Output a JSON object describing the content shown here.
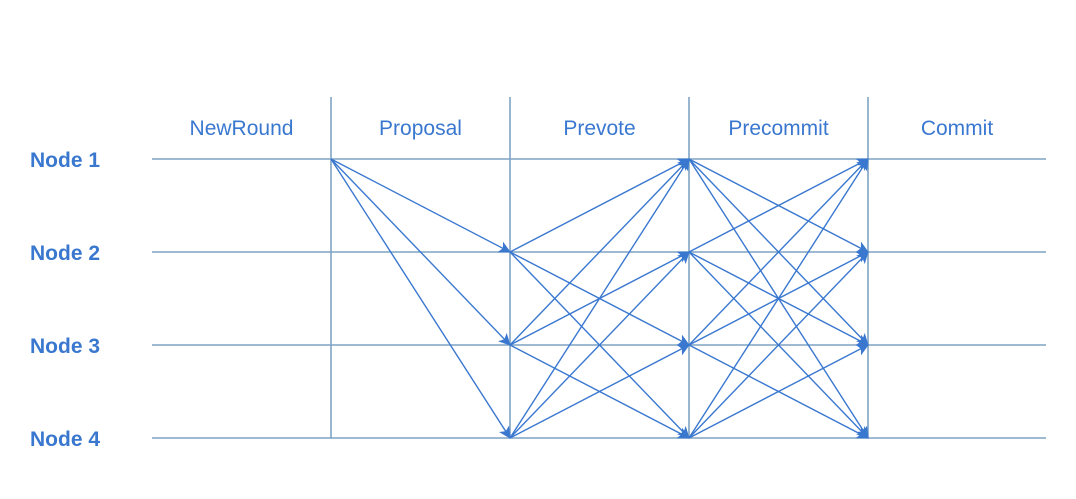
{
  "colors": {
    "grid": "#7fa3c4",
    "arrow": "#3a78d0",
    "text": "#3a78d0"
  },
  "phases": [
    {
      "label": "NewRound"
    },
    {
      "label": "Proposal"
    },
    {
      "label": "Prevote"
    },
    {
      "label": "Precommit"
    },
    {
      "label": "Commit"
    }
  ],
  "nodes": [
    {
      "label": "Node 1"
    },
    {
      "label": "Node 2"
    },
    {
      "label": "Node 3"
    },
    {
      "label": "Node 4"
    }
  ],
  "messages": [
    {
      "from_phase": 1,
      "from_node": 0,
      "to_phase": 2,
      "to_node": 1
    },
    {
      "from_phase": 1,
      "from_node": 0,
      "to_phase": 2,
      "to_node": 2
    },
    {
      "from_phase": 1,
      "from_node": 0,
      "to_phase": 2,
      "to_node": 3
    },
    {
      "from_phase": 2,
      "from_node": 1,
      "to_phase": 3,
      "to_node": 0
    },
    {
      "from_phase": 2,
      "from_node": 1,
      "to_phase": 3,
      "to_node": 2
    },
    {
      "from_phase": 2,
      "from_node": 1,
      "to_phase": 3,
      "to_node": 3
    },
    {
      "from_phase": 2,
      "from_node": 2,
      "to_phase": 3,
      "to_node": 0
    },
    {
      "from_phase": 2,
      "from_node": 2,
      "to_phase": 3,
      "to_node": 1
    },
    {
      "from_phase": 2,
      "from_node": 2,
      "to_phase": 3,
      "to_node": 3
    },
    {
      "from_phase": 2,
      "from_node": 3,
      "to_phase": 3,
      "to_node": 0
    },
    {
      "from_phase": 2,
      "from_node": 3,
      "to_phase": 3,
      "to_node": 1
    },
    {
      "from_phase": 2,
      "from_node": 3,
      "to_phase": 3,
      "to_node": 2
    },
    {
      "from_phase": 3,
      "from_node": 0,
      "to_phase": 4,
      "to_node": 1
    },
    {
      "from_phase": 3,
      "from_node": 0,
      "to_phase": 4,
      "to_node": 2
    },
    {
      "from_phase": 3,
      "from_node": 0,
      "to_phase": 4,
      "to_node": 3
    },
    {
      "from_phase": 3,
      "from_node": 1,
      "to_phase": 4,
      "to_node": 0
    },
    {
      "from_phase": 3,
      "from_node": 1,
      "to_phase": 4,
      "to_node": 2
    },
    {
      "from_phase": 3,
      "from_node": 1,
      "to_phase": 4,
      "to_node": 3
    },
    {
      "from_phase": 3,
      "from_node": 2,
      "to_phase": 4,
      "to_node": 0
    },
    {
      "from_phase": 3,
      "from_node": 2,
      "to_phase": 4,
      "to_node": 1
    },
    {
      "from_phase": 3,
      "from_node": 2,
      "to_phase": 4,
      "to_node": 3
    },
    {
      "from_phase": 3,
      "from_node": 3,
      "to_phase": 4,
      "to_node": 0
    },
    {
      "from_phase": 3,
      "from_node": 3,
      "to_phase": 4,
      "to_node": 1
    },
    {
      "from_phase": 3,
      "from_node": 3,
      "to_phase": 4,
      "to_node": 2
    }
  ]
}
